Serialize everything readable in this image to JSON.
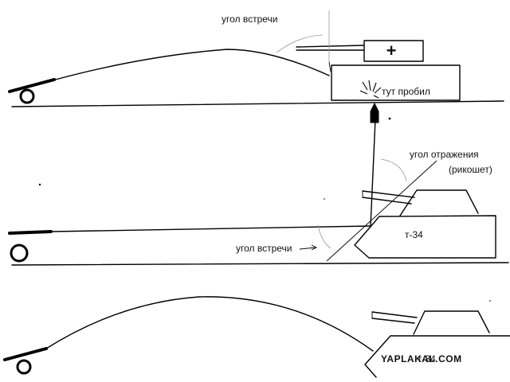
{
  "labels": {
    "top_angle": "угол встречи",
    "pierced": "тут пробил",
    "plus": "+",
    "reflection_angle": "угол отражения",
    "ricochet": "(рикошет)",
    "mid_angle": "угол встречи",
    "tank_mid": "т-34",
    "tank_bottom": "т-34"
  },
  "watermark": "YAPLAKAL.COM",
  "colors": {
    "ink": "#000000",
    "watermark": "#9fc3e0",
    "background": "#ffffff"
  }
}
